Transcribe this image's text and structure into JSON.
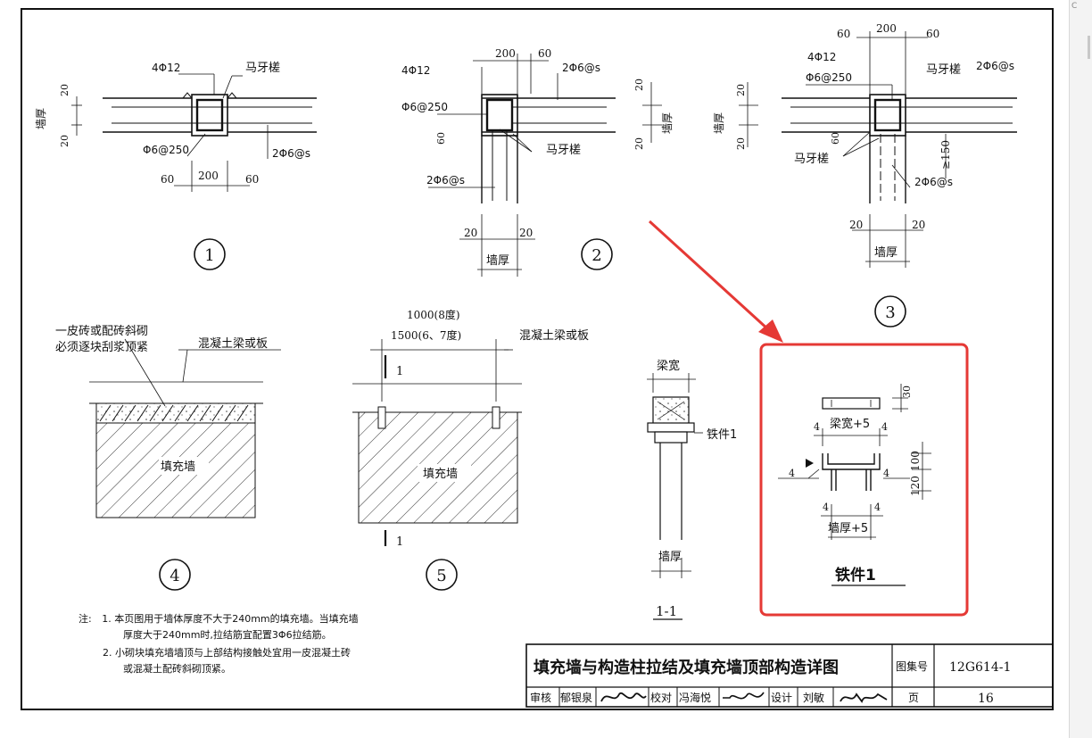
{
  "colors": {
    "line": "#111111",
    "highlight": "#e53935",
    "background": "#ffffff"
  },
  "fig1": {
    "top_bar": "4Φ12",
    "maya": "马牙槎",
    "wall": "墙厚",
    "d20_top": "20",
    "d20_bot": "20",
    "stirrup": "Φ6@250",
    "tie": "2Φ6@s",
    "d200": "200",
    "d60_left": "60",
    "d60_right": "60",
    "circle": "1"
  },
  "fig2": {
    "d200": "200",
    "d60": "60",
    "top_bar": "4Φ12",
    "tie_top": "2Φ6@s",
    "stirrup": "Φ6@250",
    "d60_side": "60",
    "maya": "马牙槎",
    "tie_left": "2Φ6@s",
    "d20_r1": "20",
    "d20_r2": "20",
    "wall_r": "墙厚",
    "d20_b1": "20",
    "d20_b2": "20",
    "wall_b": "墙厚",
    "circle": "2"
  },
  "fig3": {
    "d60_l": "60",
    "d200": "200",
    "d60_r": "60",
    "top_bar": "4Φ12",
    "maya_top": "马牙槎",
    "tie_top": "2Φ6@s",
    "stirrup": "Φ6@250",
    "wall": "墙厚",
    "d20_1": "20",
    "d20_2": "20",
    "d60_side": "60",
    "maya_bot": "马牙槎",
    "ge150": "≥150",
    "tie_right": "2Φ6@s",
    "d20_b1": "20",
    "d20_b2": "20",
    "wall_b": "墙厚",
    "circle": "3"
  },
  "fig4": {
    "note_l1": "一皮砖或配砖斜砌",
    "note_l2": "必须逐块刮浆顶紧",
    "beam": "混凝土梁或板",
    "fill": "填充墙",
    "circle": "4"
  },
  "fig5": {
    "dim1": "1000(8度)",
    "dim2": "1500(6、7度)",
    "beam": "混凝土梁或板",
    "sec_top": "1",
    "sec_bot": "1",
    "fill": "填充墙",
    "circle": "5"
  },
  "section11": {
    "beam_w": "梁宽",
    "part": "铁件1",
    "wall": "墙厚",
    "title": "1-1"
  },
  "iron": {
    "d30": "30",
    "d4_a": "4",
    "beam_w5": "梁宽+5",
    "d4_b": "4",
    "d4_c": "4",
    "d4_d": "4",
    "d120": "120",
    "d100": "100",
    "d4_e": "4",
    "d4_f": "4",
    "wall5": "墙厚+5",
    "title": "铁件1"
  },
  "notes": {
    "label": "注:",
    "l1": "1. 本页图用于墙体厚度不大于240mm的填充墙。当填充墙",
    "l2": "厚度大于240mm时,拉结筋宜配置3Φ6拉结筋。",
    "l3": "2. 小砌块填充墙墙顶与上部结构接触处宜用一皮混凝土砖",
    "l4": "或混凝土配砖斜砌顶紧。"
  },
  "title_block": {
    "title": "填充墙与构造柱拉结及填充墙顶部构造详图",
    "atlas_label": "图集号",
    "atlas_no": "12G614-1",
    "review_label": "审核",
    "reviewer": "郁银泉",
    "check_label": "校对",
    "checker": "冯海悦",
    "design_label": "设计",
    "designer": "刘敏",
    "page_label": "页",
    "page_no": "16"
  },
  "viewer": {
    "strip_glyph": "C"
  }
}
